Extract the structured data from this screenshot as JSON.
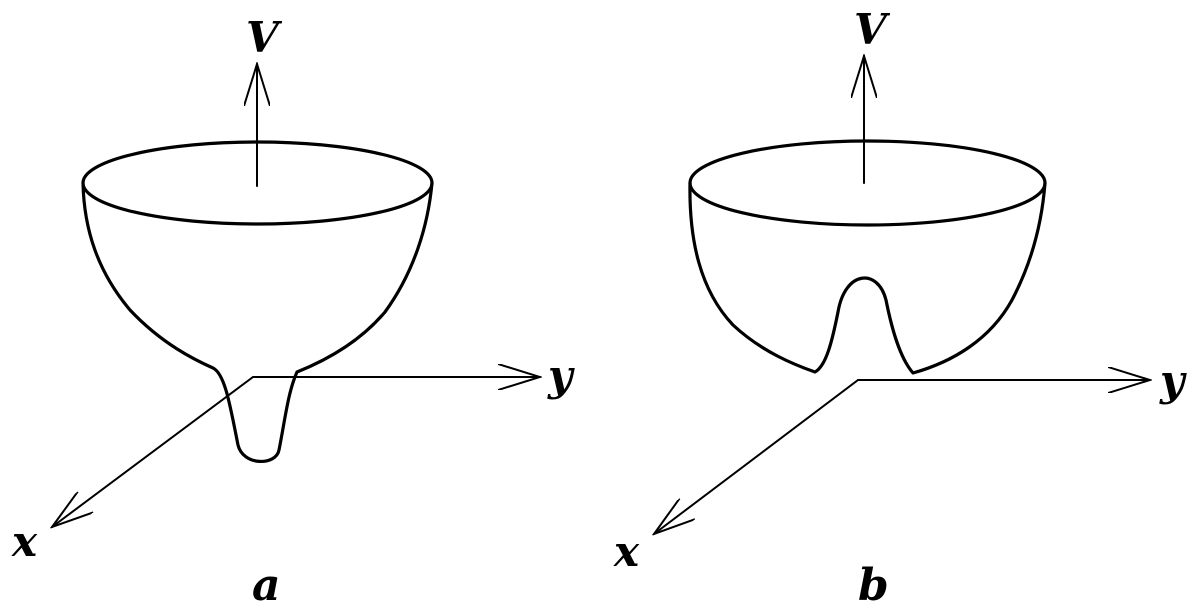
{
  "panels": [
    {
      "id": "a",
      "caption": "a",
      "vertical_axis_label": "V",
      "x_axis_label": "x",
      "y_axis_label": "y",
      "shape": "bowl with downward spike"
    },
    {
      "id": "b",
      "caption": "b",
      "vertical_axis_label": "V",
      "x_axis_label": "x",
      "y_axis_label": "y",
      "shape": "bowl with upward central bump"
    }
  ],
  "colors": {
    "stroke": "#000000",
    "background": "#ffffff"
  }
}
